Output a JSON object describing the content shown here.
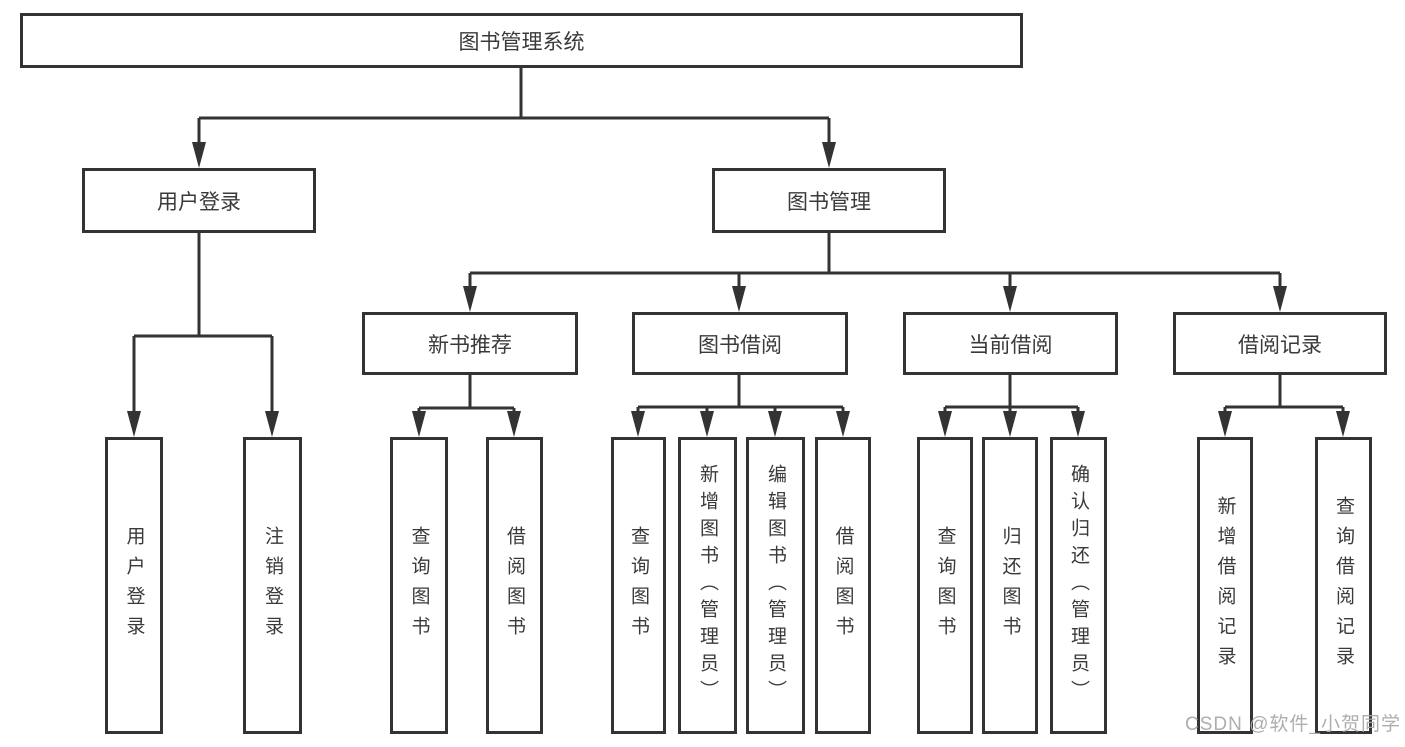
{
  "title": "图书管理系统",
  "colors": {
    "line": "#333333",
    "text": "#3a3a3a",
    "box_background": "#ffffff",
    "watermark": "#aaaaaa"
  },
  "nodes": {
    "root": "图书管理系统",
    "branch_user_login": "用户登录",
    "branch_book_mgmt": "图书管理",
    "cat_new_book_rec": "新书推荐",
    "cat_book_borrow": "图书借阅",
    "cat_current_borrow": "当前借阅",
    "cat_borrow_record": "借阅记录",
    "leaf_user_login": "用户登录",
    "leaf_logout": "注销登录",
    "leaf_rec_query_book": "查询图书",
    "leaf_rec_borrow_book": "借阅图书",
    "leaf_bb_query_book": "查询图书",
    "leaf_bb_add_book": "新增图书（管理员）",
    "leaf_bb_edit_book": "编辑图书（管理员）",
    "leaf_bb_borrow_book": "借阅图书",
    "leaf_cb_query_book": "查询图书",
    "leaf_cb_return_book": "归还图书",
    "leaf_cb_confirm_return": "确认归还（管理员）",
    "leaf_br_add_record": "新增借阅记录",
    "leaf_br_query_record": "查询借阅记录"
  },
  "watermark": "CSDN @软件_小贺同学"
}
